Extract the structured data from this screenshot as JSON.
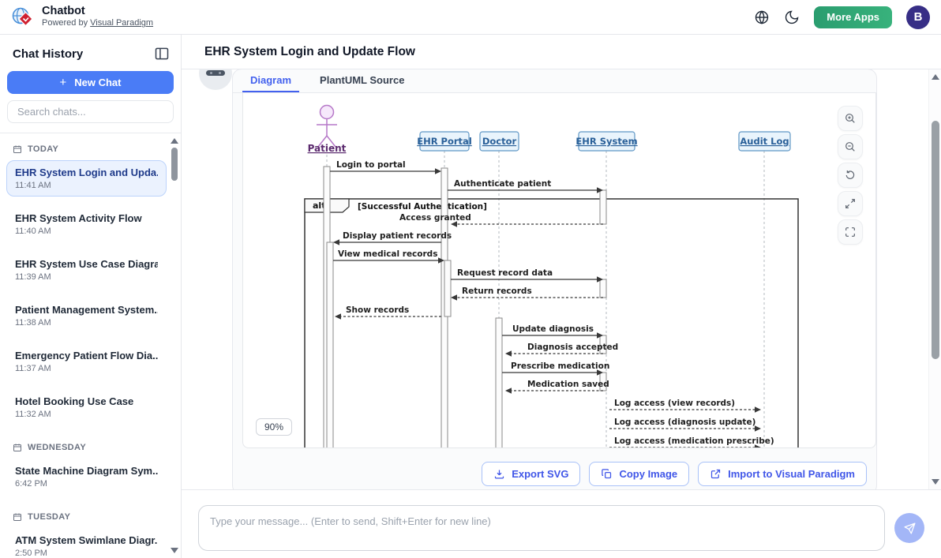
{
  "header": {
    "app_title": "Chatbot",
    "powered_prefix": "Powered by",
    "powered_link": "Visual Paradigm",
    "more_apps_label": "More Apps",
    "avatar_letter": "B",
    "icons": [
      "globe-icon",
      "moon-icon"
    ]
  },
  "sidebar": {
    "title": "Chat History",
    "new_chat_label": "New Chat",
    "search_placeholder": "Search chats...",
    "sections": [
      {
        "label": "TODAY",
        "items": [
          {
            "title": "EHR System Login and Upda...",
            "time": "11:41 AM",
            "selected": true
          },
          {
            "title": "EHR System Activity Flow",
            "time": "11:40 AM",
            "selected": false
          },
          {
            "title": "EHR System Use Case Diagram",
            "time": "11:39 AM",
            "selected": false
          },
          {
            "title": "Patient Management System...",
            "time": "11:38 AM",
            "selected": false
          },
          {
            "title": "Emergency Patient Flow Dia...",
            "time": "11:37 AM",
            "selected": false
          },
          {
            "title": "Hotel Booking Use Case",
            "time": "11:32 AM",
            "selected": false
          }
        ]
      },
      {
        "label": "WEDNESDAY",
        "items": [
          {
            "title": "State Machine Diagram Sym...",
            "time": "6:42 PM",
            "selected": false
          }
        ]
      },
      {
        "label": "TUESDAY",
        "items": [
          {
            "title": "ATM System Swimlane Diagr...",
            "time": "2:50 PM",
            "selected": false
          }
        ]
      }
    ]
  },
  "main": {
    "page_title": "EHR System Login and Update Flow",
    "tabs": [
      {
        "label": "Diagram",
        "active": true
      },
      {
        "label": "PlantUML Source",
        "active": false
      }
    ],
    "viewer": {
      "zoom_level": "90%",
      "controls": [
        "zoom-in-icon",
        "zoom-out-icon",
        "reset-view-icon",
        "expand-icon",
        "fullscreen-icon"
      ]
    },
    "actions": [
      {
        "label": "Export SVG",
        "icon": "download-icon"
      },
      {
        "label": "Copy Image",
        "icon": "copy-icon"
      },
      {
        "label": "Import to Visual Paradigm",
        "icon": "external-link-icon"
      }
    ],
    "composer": {
      "placeholder": "Type your message... (Enter to send, Shift+Enter for new line)",
      "send_icon": "paper-plane-icon"
    }
  },
  "diagram": {
    "actor": "Patient",
    "participants": [
      "EHR Portal",
      "Doctor",
      "EHR System",
      "Audit Log"
    ],
    "alt_label": "alt",
    "alt_condition": "[Successful Authentication]",
    "messages": [
      {
        "label": "Login to portal",
        "from": "Patient",
        "to": "EHR Portal",
        "style": "solid"
      },
      {
        "label": "Authenticate patient",
        "from": "EHR Portal",
        "to": "EHR System",
        "style": "solid"
      },
      {
        "label": "Access granted",
        "from": "EHR System",
        "to": "EHR Portal",
        "style": "dashed"
      },
      {
        "label": "Display patient records",
        "from": "EHR Portal",
        "to": "Patient",
        "style": "solid"
      },
      {
        "label": "View medical records",
        "from": "Patient",
        "to": "EHR Portal",
        "style": "solid"
      },
      {
        "label": "Request record data",
        "from": "EHR Portal",
        "to": "EHR System",
        "style": "solid"
      },
      {
        "label": "Return records",
        "from": "EHR System",
        "to": "EHR Portal",
        "style": "dashed"
      },
      {
        "label": "Show records",
        "from": "EHR Portal",
        "to": "Patient",
        "style": "dashed"
      },
      {
        "label": "Update diagnosis",
        "from": "Doctor",
        "to": "EHR System",
        "style": "solid"
      },
      {
        "label": "Diagnosis accepted",
        "from": "EHR System",
        "to": "Doctor",
        "style": "dashed"
      },
      {
        "label": "Prescribe medication",
        "from": "Doctor",
        "to": "EHR System",
        "style": "solid"
      },
      {
        "label": "Medication saved",
        "from": "EHR System",
        "to": "Doctor",
        "style": "dashed"
      },
      {
        "label": "Log access (view records)",
        "from": "EHR System",
        "to": "Audit Log",
        "style": "dashed"
      },
      {
        "label": "Log access (diagnosis update)",
        "from": "EHR System",
        "to": "Audit Log",
        "style": "dashed"
      },
      {
        "label": "Log access (medication prescribe)",
        "from": "EHR System",
        "to": "Audit Log",
        "style": "dashed"
      }
    ]
  },
  "colors": {
    "primary": "#4a7cf6",
    "tab_active": "#4361ee",
    "action_blue": "#4056e8",
    "send_bg": "#a3b6f7",
    "more_apps_1": "#2a9d6f",
    "more_apps_2": "#38b27c",
    "avatar_bg": "#372e86",
    "participant_fill": "#e9f4fc",
    "participant_border": "#5f96c5",
    "participant_text": "#2a6099",
    "actor_stroke": "#b678c8",
    "actor_text": "#5b2a6e",
    "selected_chat_bg": "#ebf2fe"
  }
}
